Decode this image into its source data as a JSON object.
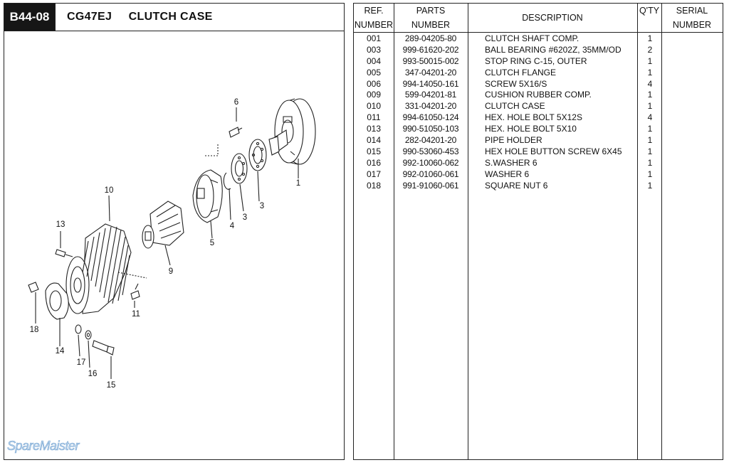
{
  "header": {
    "page_code": "B44-08",
    "model": "CG47EJ",
    "title": "CLUTCH CASE"
  },
  "watermark": "SpareMaister",
  "diagram": {
    "callouts": [
      "1",
      "3",
      "3",
      "4",
      "5",
      "6",
      "9",
      "10",
      "11",
      "13",
      "14",
      "15",
      "16",
      "17",
      "18"
    ]
  },
  "table": {
    "headers": {
      "ref_1": "REF.",
      "ref_2": "NUMBER",
      "parts_1": "PARTS",
      "parts_2": "NUMBER",
      "description": "DESCRIPTION",
      "qty": "Q'TY",
      "serial_1": "SERIAL",
      "serial_2": "NUMBER"
    },
    "rows": [
      {
        "ref": "001",
        "part": "289-04205-80",
        "desc": "CLUTCH SHAFT COMP.",
        "qty": "1"
      },
      {
        "ref": "003",
        "part": "999-61620-202",
        "desc": "BALL BEARING #6202Z, 35MM/OD",
        "qty": "2"
      },
      {
        "ref": "004",
        "part": "993-50015-002",
        "desc": "STOP RING C-15, OUTER",
        "qty": "1"
      },
      {
        "ref": "005",
        "part": "347-04201-20",
        "desc": "CLUTCH FLANGE",
        "qty": "1"
      },
      {
        "ref": "006",
        "part": "994-14050-161",
        "desc": "SCREW 5X16/S",
        "qty": "4"
      },
      {
        "ref": "009",
        "part": "599-04201-81",
        "desc": "CUSHION RUBBER COMP.",
        "qty": "1"
      },
      {
        "ref": "010",
        "part": "331-04201-20",
        "desc": "CLUTCH CASE",
        "qty": "1"
      },
      {
        "ref": "011",
        "part": "994-61050-124",
        "desc": "HEX. HOLE BOLT 5X12S",
        "qty": "4"
      },
      {
        "ref": "013",
        "part": "990-51050-103",
        "desc": "HEX. HOLE BOLT 5X10",
        "qty": "1"
      },
      {
        "ref": "014",
        "part": "282-04201-20",
        "desc": "PIPE HOLDER",
        "qty": "1"
      },
      {
        "ref": "015",
        "part": "990-53060-453",
        "desc": "HEX HOLE BUTTON SCREW 6X45",
        "qty": "1"
      },
      {
        "ref": "016",
        "part": "992-10060-062",
        "desc": "S.WASHER 6",
        "qty": "1"
      },
      {
        "ref": "017",
        "part": "992-01060-061",
        "desc": "WASHER 6",
        "qty": "1"
      },
      {
        "ref": "018",
        "part": "991-91060-061",
        "desc": "SQUARE NUT 6",
        "qty": "1"
      }
    ]
  }
}
